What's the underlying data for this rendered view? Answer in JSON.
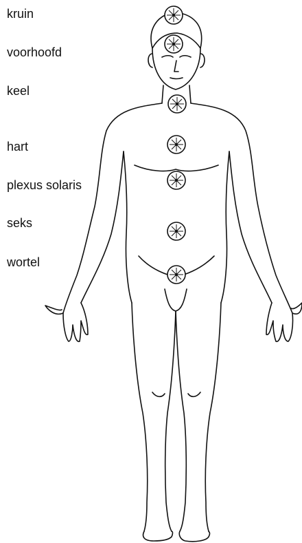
{
  "chakras": [
    {
      "id": "crown",
      "label": "kruin"
    },
    {
      "id": "brow",
      "label": "voorhoofd"
    },
    {
      "id": "throat",
      "label": "keel"
    },
    {
      "id": "heart",
      "label": "hart"
    },
    {
      "id": "solar-plexus",
      "label": "plexus solaris"
    },
    {
      "id": "sacral",
      "label": "seks"
    },
    {
      "id": "root",
      "label": "wortel"
    }
  ]
}
